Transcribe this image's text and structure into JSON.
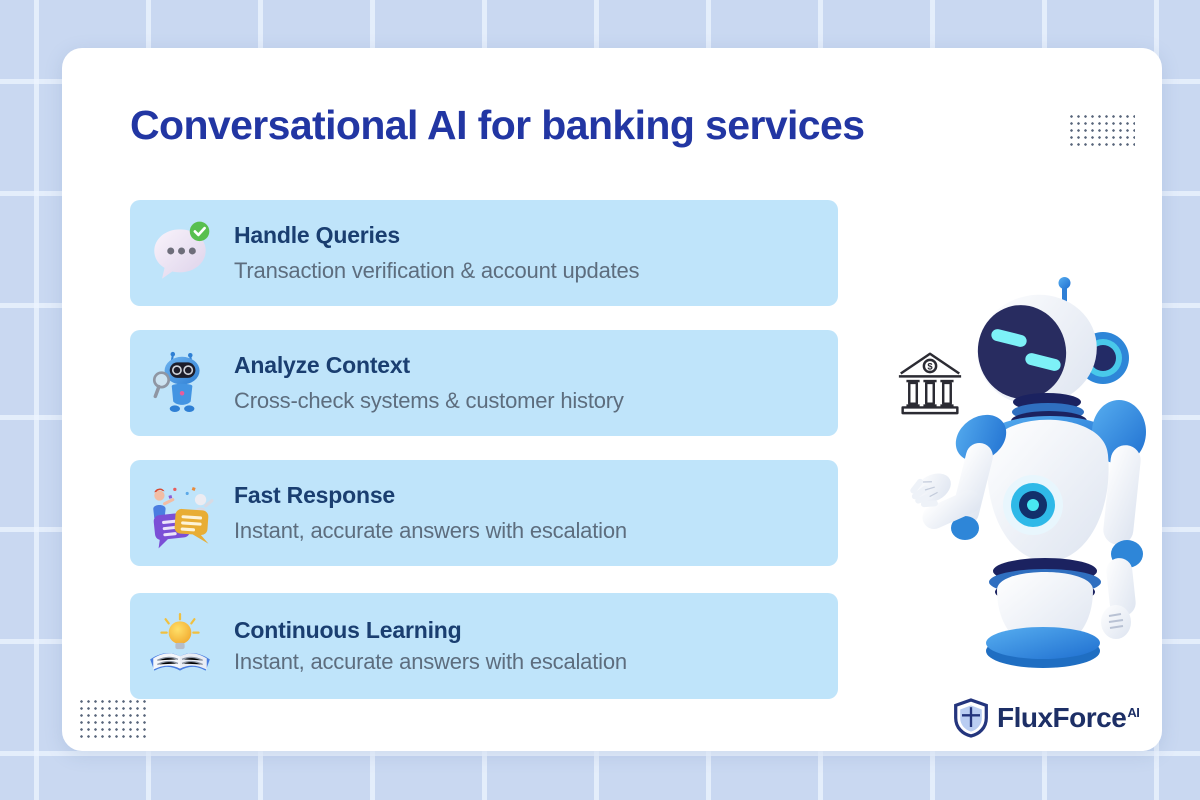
{
  "title": "Conversational AI for banking services",
  "cards": [
    {
      "icon": "chat-bubble-check-icon",
      "heading": "Handle Queries",
      "description": "Transaction verification & account updates"
    },
    {
      "icon": "robot-magnifier-icon",
      "heading": "Analyze Context",
      "description": "Cross-check systems & customer history"
    },
    {
      "icon": "chat-people-icon",
      "heading": "Fast Response",
      "description": "Instant, accurate answers with escalation"
    },
    {
      "icon": "lightbulb-book-icon",
      "heading": "Continuous Learning",
      "description": "Instant, accurate answers with escalation"
    }
  ],
  "illustration": {
    "bank_icon": "bank-building-dollar-icon",
    "robot": "banking-assistant-robot"
  },
  "logo": {
    "name": "FluxForce",
    "superscript": "AI"
  },
  "colors": {
    "background": "#c9d8f1",
    "panel": "#ffffff",
    "card": "#bfe4fa",
    "title": "#2236a3",
    "card_heading": "#1a3e70",
    "card_description": "#5d6d7e",
    "logo_navy": "#1d2f66",
    "robot_blue": "#2e86d8",
    "robot_cyan": "#7df1f7",
    "check_green": "#58bf4f"
  }
}
